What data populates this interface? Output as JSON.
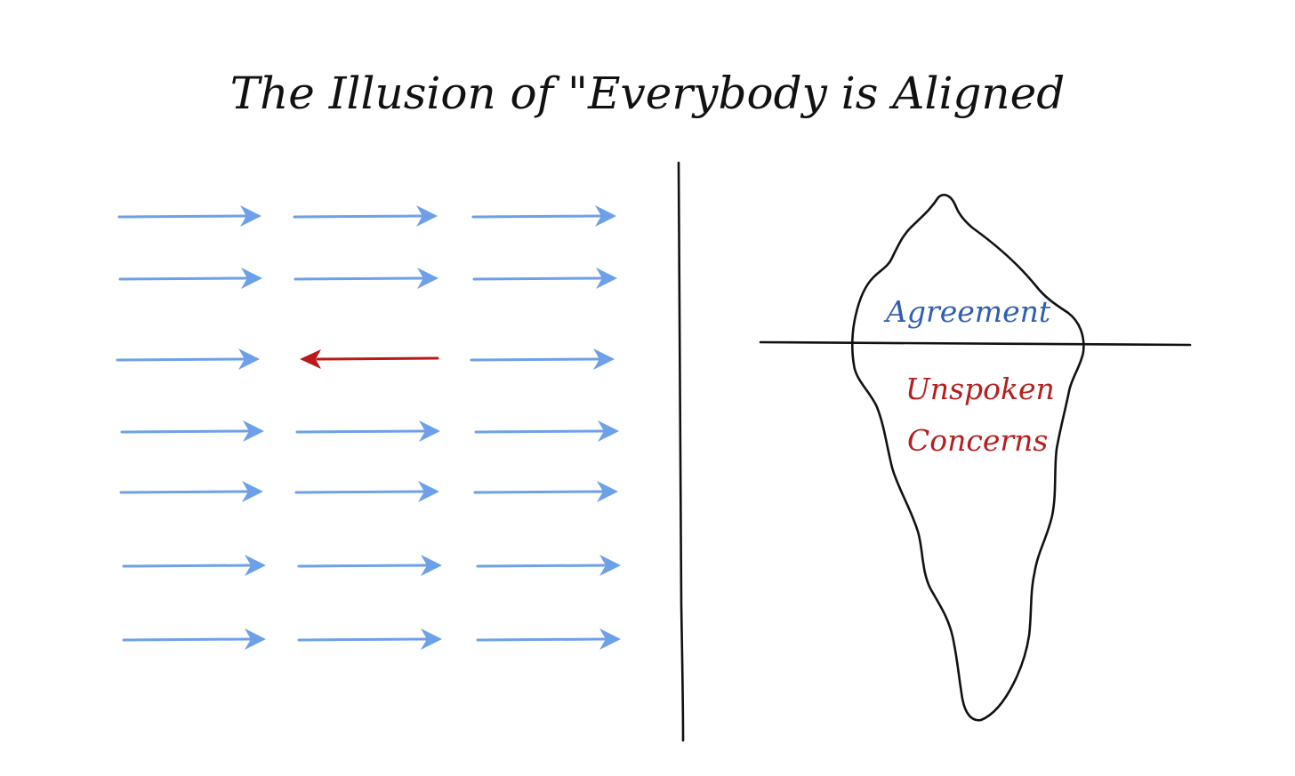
{
  "title": "The Illusion of \"Everybody is Aligned",
  "iceberg": {
    "above_label": "Agreement",
    "below_label_line1": "Unspoken",
    "below_label_line2": "Concerns"
  },
  "arrows": {
    "rows": 7,
    "columns": 3,
    "reversed": [
      {
        "row": 3,
        "column": 2
      }
    ]
  },
  "colors": {
    "aligned_arrow": "#6ea0e8",
    "reversed_arrow": "#bb1a1a",
    "agreement_text": "#2f5fb0",
    "concerns_text": "#b51f1f",
    "ink": "#111111",
    "background": "#ffffff"
  }
}
